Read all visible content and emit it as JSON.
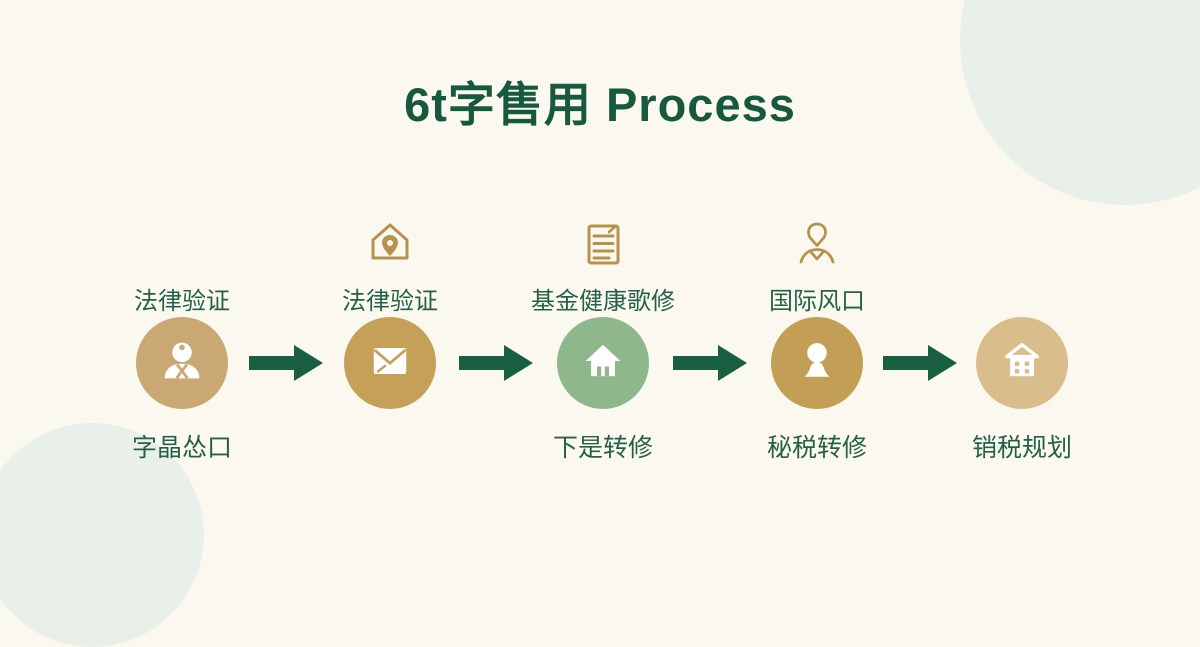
{
  "title": "6t字售用 Process",
  "colors": {
    "background": "#fbf9ef",
    "decorative_circle": "#e9f0ea",
    "title_green": "#17593e",
    "label_green": "#26604a",
    "arrow_green": "#196043",
    "gold_outline": "#b6924e",
    "step_circles": [
      "#c9a873",
      "#c5a058",
      "#8fb78c",
      "#c29f54",
      "#d9bd8b"
    ]
  },
  "steps": [
    {
      "top_label": "法律验证",
      "top_icon": "",
      "circle_icon": "person-tie-icon",
      "circle_color": "#c9a873",
      "bottom_label": "字晶怂口"
    },
    {
      "top_label": "法律验证",
      "top_icon": "house-pin-icon",
      "circle_icon": "envelope-icon",
      "circle_color": "#c5a058",
      "bottom_label": ""
    },
    {
      "top_label": "基金健康歌修",
      "top_icon": "document-icon",
      "circle_icon": "house-icon",
      "circle_color": "#8fb78c",
      "bottom_label": "下是转修"
    },
    {
      "top_label": "国际风口",
      "top_icon": "person-outline-icon",
      "circle_icon": "person-icon",
      "circle_color": "#c29f54",
      "bottom_label": "秘税转修"
    },
    {
      "top_label": "",
      "top_icon": "",
      "circle_icon": "building-icon",
      "circle_color": "#d9bd8b",
      "bottom_label": "销税规划"
    }
  ],
  "arrow_count": 4
}
